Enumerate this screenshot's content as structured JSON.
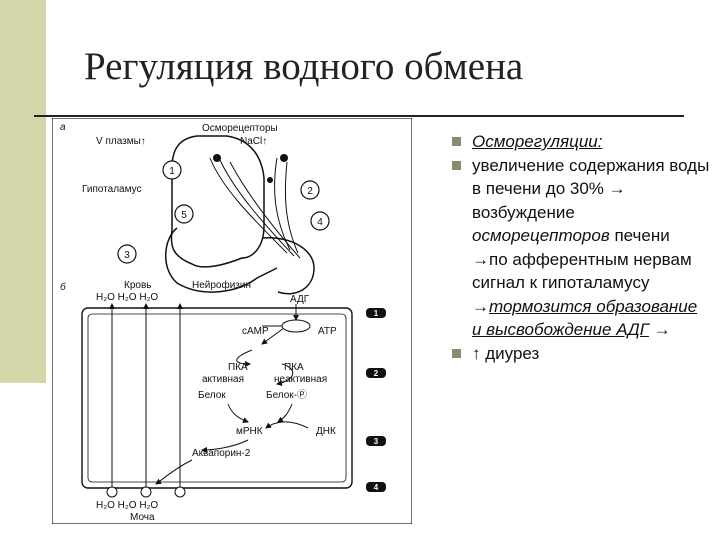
{
  "slide": {
    "title": "Регуляция водного обмена"
  },
  "figure": {
    "label_a": "а",
    "label_b": "б",
    "plasma_label": "V плазмы↑",
    "osmoreceptors_label": "Осморецепторы",
    "nacl_label": "NaCl↑",
    "hypothalamus_label": "Гипоталамус",
    "blood_label": "Кровь",
    "neurohypophysis_label": "Нейрофизин",
    "water_top": "H₂O H₂O H₂O",
    "adh_label": "АДГ",
    "camp_label": "cAMP",
    "atp_label": "ATP",
    "pka_left": "ПКА",
    "pka_right": "ПКА",
    "pka_active": "активная",
    "pka_inactive": "неактивная",
    "protein_label": "Белок",
    "protein_p_label": "Белок-Ⓟ",
    "mrna_label": "мРНК",
    "dna_label": "ДНК",
    "aquaporin_label": "Аквапорин-2",
    "water_bottom": "H₂O H₂O H₂O",
    "urine_label": "Моча",
    "num_1": "1",
    "num_2": "2",
    "num_3": "3",
    "num_4": "4",
    "num_5": "5",
    "step_1": "1",
    "step_2": "2",
    "step_3": "3",
    "step_4": "4"
  },
  "bullets": {
    "b1": "Осморегуляции:",
    "b2_pre": "увеличение содержания воды в печени до 30% → возбуждение ",
    "b2_it": "осморецепторов",
    "b2_mid": " печени →по афферентным нервам сигнал к гипоталамусу →",
    "b2_ul": "тормозится образование и высвобождение АДГ",
    "b2_end": " →",
    "b3": "↑ диурез"
  }
}
